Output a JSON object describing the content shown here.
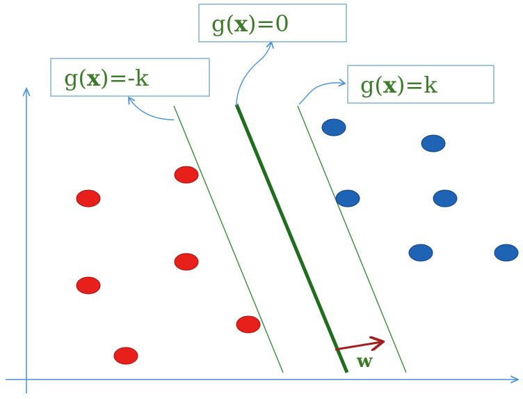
{
  "labels": {
    "minus_k": {
      "prefix": "g(",
      "var": "x",
      "suffix": ")=-k"
    },
    "zero": {
      "prefix": "g(",
      "var": "x",
      "suffix": ")=0"
    },
    "plus_k": {
      "prefix": "g(",
      "var": "x",
      "suffix": ")=k"
    },
    "w": "w"
  },
  "colors": {
    "axis": "#4a90d9",
    "boundary": "#1e6e1e",
    "margin": "#3a8a3a",
    "red_point": "#e8201c",
    "blue_point": "#1f63b5",
    "w_arrow": "#a02020",
    "connector": "#4a90d9"
  }
}
